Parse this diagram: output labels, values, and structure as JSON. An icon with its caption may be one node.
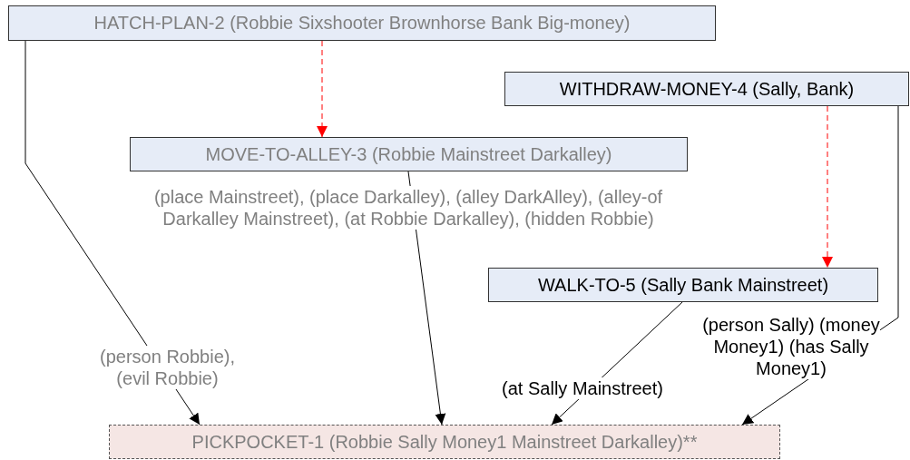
{
  "diagram": {
    "nodes": [
      {
        "text": [
          "HATCH-PLAN-2 (Robbie Sixshooter Brownhorse Bank Big-money)"
        ]
      },
      {
        "text": [
          "WITHDRAW-MONEY-4 (Sally, Bank)"
        ]
      },
      {
        "text": [
          "MOVE-TO-ALLEY-3 (Robbie Mainstreet Darkalley)"
        ]
      },
      {
        "text": [
          "WALK-TO-5 (Sally Bank Mainstreet)"
        ]
      },
      {
        "text": [
          "PICKPOCKET-1 (Robbie Sally Money1 Mainstreet Darkalley)**"
        ]
      }
    ],
    "edges": [
      {
        "from": 0,
        "to": 2,
        "arrow": "to",
        "style": "dashed",
        "color": "#ff0000"
      },
      {
        "from": 1,
        "to": 3,
        "arrow": "to",
        "style": "dashed",
        "color": "#ff0000"
      },
      {
        "from": 0,
        "to": 4,
        "arrow": "to",
        "label": "(person Robbie), (evil Robbie)"
      },
      {
        "from": 2,
        "to": 4,
        "arrow": "to",
        "label": "(place Mainstreet), (place Darkalley), (alley DarkAlley), (alley-of Darkalley Mainstreet), (at Robbie Darkalley), (hidden Robbie)"
      },
      {
        "from": 3,
        "to": 4,
        "arrow": "to",
        "label": "(at Sally Mainstreet)"
      },
      {
        "from": 1,
        "to": 4,
        "arrow": "to",
        "label": "(person Sally) (money Money1) (has Sally Money1)"
      }
    ]
  }
}
